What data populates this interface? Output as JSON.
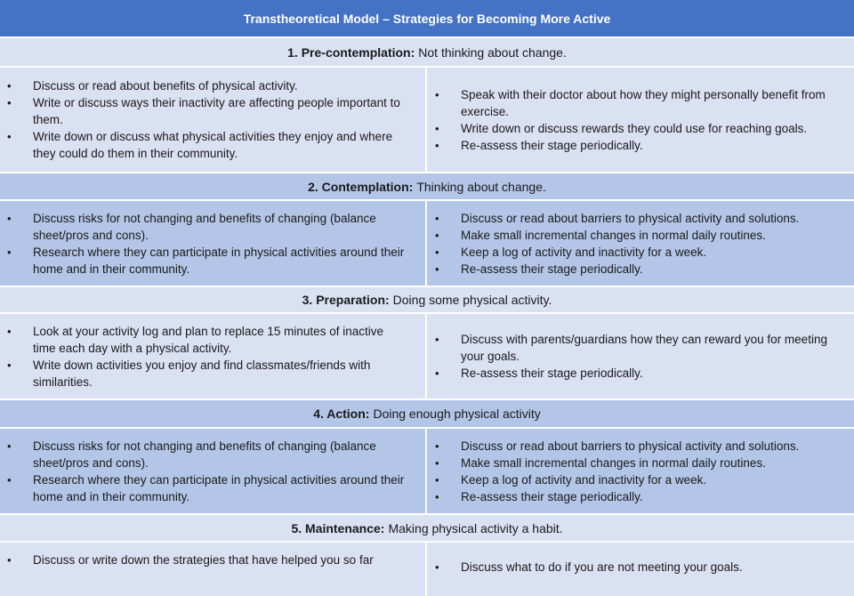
{
  "title": "Transtheoretical Model – Strategies for Becoming More Active",
  "stages": [
    {
      "name": "1. Pre-contemplation:",
      "desc": "Not thinking about change.",
      "left": [
        "Discuss or read about benefits of physical activity.",
        "Write or discuss ways their inactivity are affecting people important to them.",
        "Write down or discuss what physical activities they enjoy and where they could do them in their community."
      ],
      "right": [
        "Speak with their doctor about how they might personally benefit from exercise.",
        "Write down or discuss rewards they could use for reaching goals.",
        "Re-assess their stage periodically."
      ]
    },
    {
      "name": "2. Contemplation:",
      "desc": "Thinking about change.",
      "left": [
        "Discuss risks for not changing and benefits of changing (balance sheet/pros and cons).",
        "Research where they can participate in physical activities around their home  and in their community."
      ],
      "right": [
        "Discuss or read about barriers to physical activity and solutions.",
        "Make small incremental changes in normal daily routines.",
        "Keep a log of activity and inactivity for a week.",
        "Re-assess their stage periodically."
      ]
    },
    {
      "name": "3. Preparation:",
      "desc": "Doing some physical activity.",
      "left": [
        "Look at your activity log and plan to replace 15 minutes of inactive time each day with a physical activity.",
        "Write down activities you enjoy and find classmates/friends with similarities."
      ],
      "right": [
        "Discuss with parents/guardians how they can reward you for meeting your goals.",
        "Re-assess their stage periodically."
      ]
    },
    {
      "name": "4. Action:",
      "desc": "Doing enough physical activity",
      "left": [
        "Discuss risks for not changing and benefits of changing (balance sheet/pros and cons).",
        "Research where they can participate in physical activities around their home  and in their community."
      ],
      "right": [
        "Discuss or read about barriers to physical activity and solutions.",
        "Make small incremental changes in normal daily routines.",
        "Keep a log of activity and inactivity for a week.",
        "Re-assess their stage periodically."
      ]
    },
    {
      "name": "5. Maintenance:",
      "desc": "Making physical activity a habit.",
      "left": [
        "Discuss or write down  the strategies that have helped you so far"
      ],
      "right": [
        "Discuss what to do if you are not meeting your goals."
      ]
    }
  ]
}
